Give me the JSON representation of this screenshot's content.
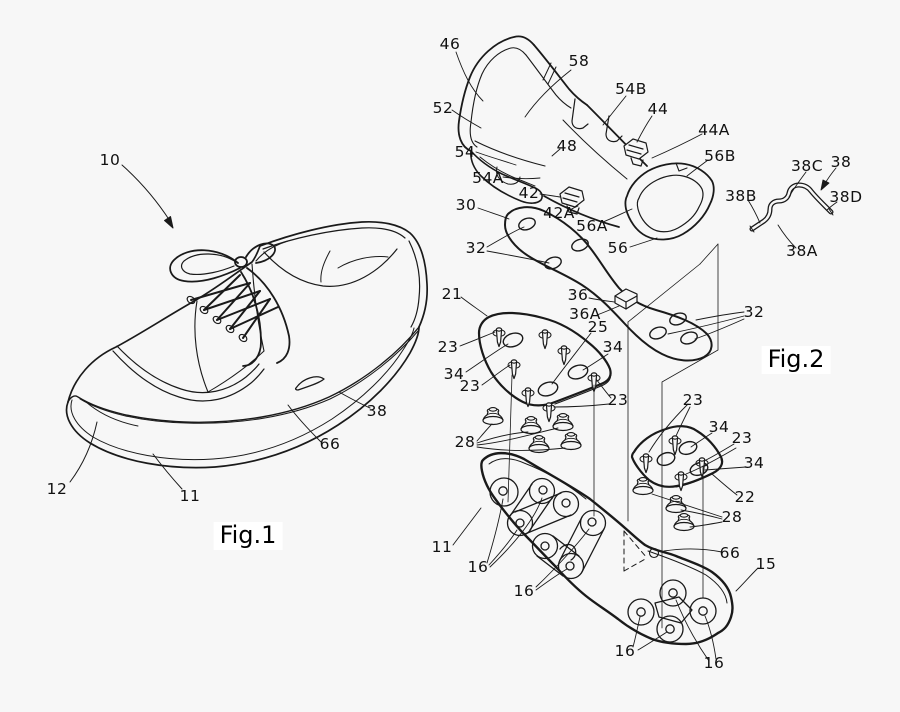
{
  "page": {
    "background_color": "#f7f7f7",
    "line_color": "#1a1a1a",
    "type": "patent line drawing"
  },
  "figure1": {
    "caption": "Fig.1",
    "numerals": [
      "10",
      "11",
      "12",
      "38",
      "66"
    ]
  },
  "figure2": {
    "caption": "Fig.2",
    "numerals": [
      "11",
      "15",
      "16",
      "21",
      "22",
      "23",
      "25",
      "28",
      "30",
      "32",
      "34",
      "36",
      "36A",
      "38",
      "38A",
      "38B",
      "38C",
      "38D",
      "42",
      "42A",
      "44",
      "44A",
      "46",
      "48",
      "52",
      "54",
      "54A",
      "54B",
      "56",
      "56A",
      "56B",
      "58",
      "66"
    ]
  },
  "labels": [
    "10",
    "38",
    "66",
    "12",
    "11",
    "46",
    "52",
    "58",
    "54",
    "54A",
    "48",
    "54B",
    "44",
    "44A",
    "56B",
    "42",
    "42A",
    "30",
    "56A",
    "56",
    "38B",
    "38C",
    "38",
    "38D",
    "38A",
    "32",
    "36",
    "36A",
    "32",
    "21",
    "23",
    "34",
    "23",
    "25",
    "34",
    "23",
    "28",
    "23",
    "34",
    "23",
    "34",
    "22",
    "28",
    "66",
    "15",
    "11",
    "16",
    "16",
    "16",
    "16"
  ]
}
